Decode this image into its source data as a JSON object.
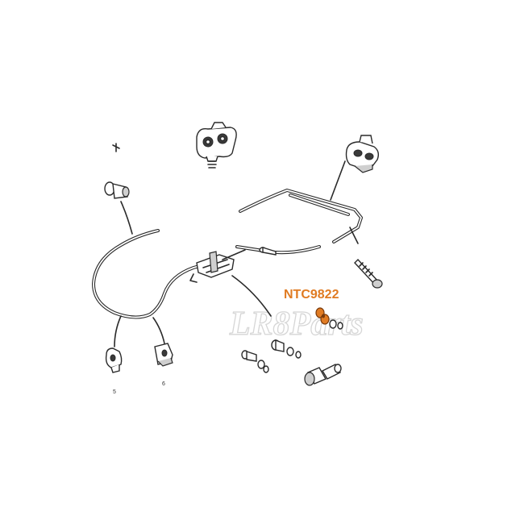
{
  "callout": {
    "part_number": "NTC9822",
    "color": "#e07b22"
  },
  "watermark": {
    "text": "LR8Parts",
    "color": "#d6d6d6"
  },
  "item_numbers": {
    "five": "5",
    "six": "6",
    "six_color": "#2e7d32"
  },
  "colors": {
    "line": "#2a2a2a",
    "highlight_part": "#e07b22",
    "background": "#ffffff"
  }
}
